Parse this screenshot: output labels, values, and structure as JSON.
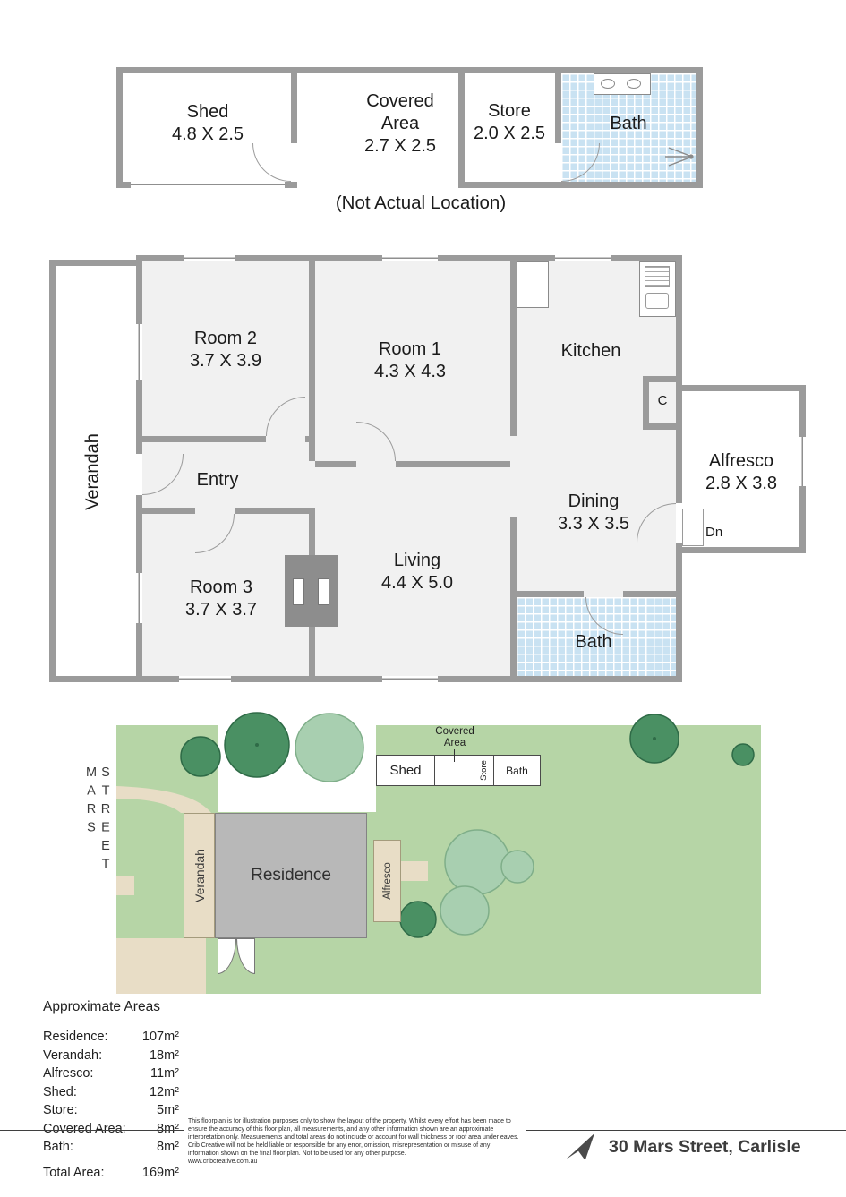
{
  "colors": {
    "wall_gray": "#9b9b9b",
    "room_fill": "#f1f1f1",
    "bath_tile_blue": "#c9e2f2",
    "grass_green": "#b6d5a6",
    "path_beige": "#e8ddc6",
    "residence_gray": "#b8b8b8"
  },
  "outbuilding": {
    "shed_name": "Shed",
    "shed_dims": "4.8 X 2.5",
    "covered_name": "Covered Area",
    "covered_dims": "2.7 X 2.5",
    "store_name": "Store",
    "store_dims": "2.0 X 2.5",
    "bath_name": "Bath",
    "caption": "(Not Actual Location)"
  },
  "floorplan": {
    "verandah": "Verandah",
    "room2_name": "Room 2",
    "room2_dims": "3.7 X 3.9",
    "room1_name": "Room 1",
    "room1_dims": "4.3 X 4.3",
    "kitchen": "Kitchen",
    "cupboard": "C",
    "entry": "Entry",
    "dining_name": "Dining",
    "dining_dims": "3.3 X 3.5",
    "alfresco_name": "Alfresco",
    "alfresco_dims": "2.8 X 3.8",
    "down": "Dn",
    "room3_name": "Room 3",
    "room3_dims": "3.7 X 3.7",
    "living_name": "Living",
    "living_dims": "4.4 X 5.0",
    "bath": "Bath"
  },
  "siteplan": {
    "street": "MARS STREET",
    "covered_area_label": "Covered Area",
    "shed": "Shed",
    "store": "Store",
    "bath": "Bath",
    "verandah": "Verandah",
    "residence": "Residence",
    "alfresco": "Alfresco"
  },
  "areas": {
    "title": "Approximate Areas",
    "rows": [
      {
        "label": "Residence:",
        "value": "107m²"
      },
      {
        "label": "Verandah:",
        "value": "18m²"
      },
      {
        "label": "Alfresco:",
        "value": "11m²"
      },
      {
        "label": "Shed:",
        "value": "12m²"
      },
      {
        "label": "Store:",
        "value": "5m²"
      },
      {
        "label": "Covered Area:",
        "value": "8m²"
      },
      {
        "label": "Bath:",
        "value": "8m²"
      }
    ],
    "total_label": "Total Area:",
    "total_value": "169m²"
  },
  "footer": {
    "disclaimer": "This floorplan is for illustration purposes only to show the layout of the property. Whilst every effort has been made to ensure the accuracy of this floor plan, all measurements, and any other information shown are an approximate interpretation only. Measurements and total areas do not include or account for wall thickness or roof area under eaves. Crib Creative will not be held liable or responsible for any error, omission, misrepresentation or misuse of any information shown on the final floor plan. Not to be used for any other purpose.",
    "website": "www.cribcreative.com.au",
    "address": "30 Mars Street, Carlisle"
  }
}
